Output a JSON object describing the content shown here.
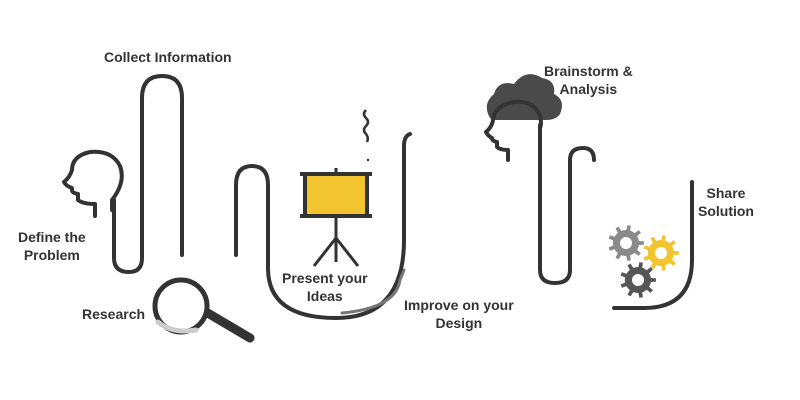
{
  "colors": {
    "line": "#333333",
    "line_light": "#777777",
    "accent_yellow": "#F2C530",
    "gear_gray": "#8a8a8a",
    "gear_dark": "#555555",
    "cloud": "#4a4a4a",
    "text": "#333333"
  },
  "icons": [
    "head-icon",
    "magnifier-icon",
    "easel-icon",
    "cloud-head-icon",
    "gears-icon"
  ],
  "steps": {
    "define": {
      "line1": "Define the",
      "line2": "Problem"
    },
    "collect": {
      "label": "Collect Information"
    },
    "research": {
      "label": "Research"
    },
    "present": {
      "line1": "Present your",
      "line2": "Ideas"
    },
    "improve": {
      "line1": "Improve on your",
      "line2": "Design"
    },
    "brainstorm": {
      "line1": "Brainstorm &",
      "line2": "Analysis"
    },
    "share": {
      "line1": "Share",
      "line2": "Solution"
    }
  }
}
